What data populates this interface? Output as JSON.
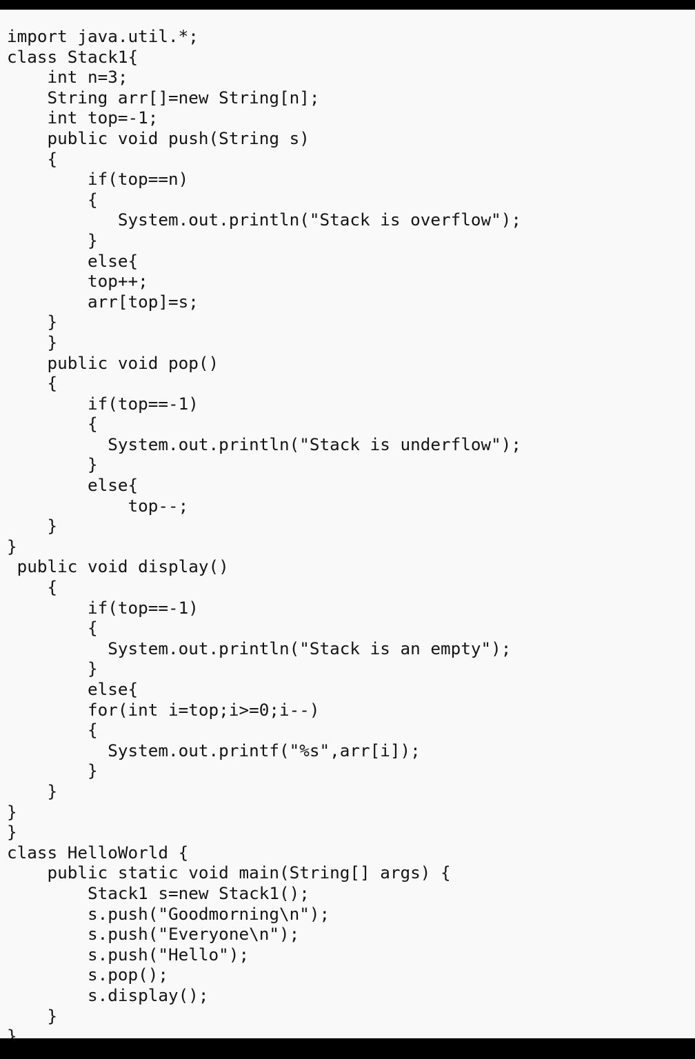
{
  "editor": {
    "background": "#f9f9f9",
    "text_color": "#141414",
    "lines": [
      "import java.util.*;",
      "class Stack1{",
      "    int n=3;",
      "    String arr[]=new String[n];",
      "    int top=-1;",
      "    public void push(String s)",
      "    {",
      "        if(top==n)",
      "        {",
      "           System.out.println(\"Stack is overflow\");",
      "        }",
      "        else{",
      "        top++;",
      "        arr[top]=s;",
      "    }",
      "    }",
      "    public void pop()",
      "    {",
      "        if(top==-1)",
      "        {",
      "          System.out.println(\"Stack is underflow\");",
      "        }",
      "        else{",
      "            top--;",
      "    }",
      "}",
      " public void display()",
      "    {",
      "        if(top==-1)",
      "        {",
      "          System.out.println(\"Stack is an empty\");",
      "        }",
      "        else{",
      "        for(int i=top;i>=0;i--)",
      "        {",
      "          System.out.printf(\"%s\",arr[i]);",
      "        }",
      "    }",
      "}",
      "}",
      "class HelloWorld {",
      "    public static void main(String[] args) {",
      "        Stack1 s=new Stack1();",
      "        s.push(\"Goodmorning\\n\");",
      "        s.push(\"Everyone\\n\");",
      "        s.push(\"Hello\");",
      "        s.pop();",
      "        s.display();",
      "    }",
      "}"
    ]
  }
}
